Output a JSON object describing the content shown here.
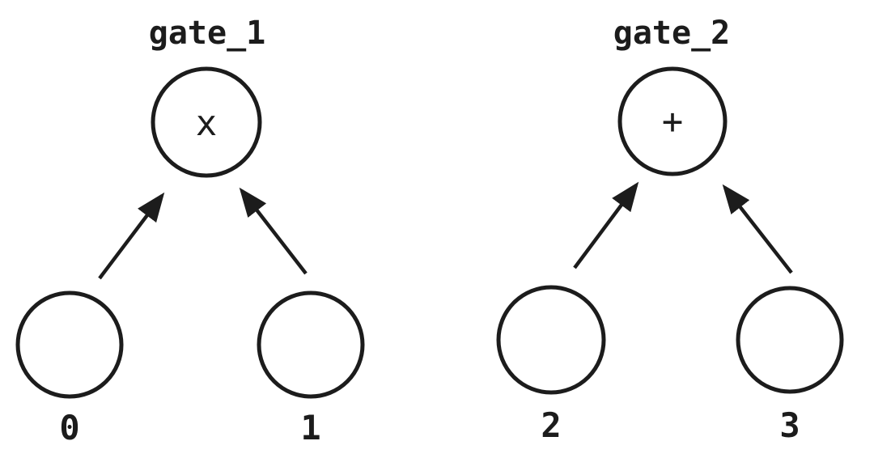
{
  "colors": {
    "ink": "#1c1c1c",
    "background": "#ffffff"
  },
  "gates": [
    {
      "label": "gate_1",
      "op": "x",
      "inputs": [
        {
          "label": "0"
        },
        {
          "label": "1"
        }
      ]
    },
    {
      "label": "gate_2",
      "op": "+",
      "inputs": [
        {
          "label": "2"
        },
        {
          "label": "3"
        }
      ]
    }
  ]
}
